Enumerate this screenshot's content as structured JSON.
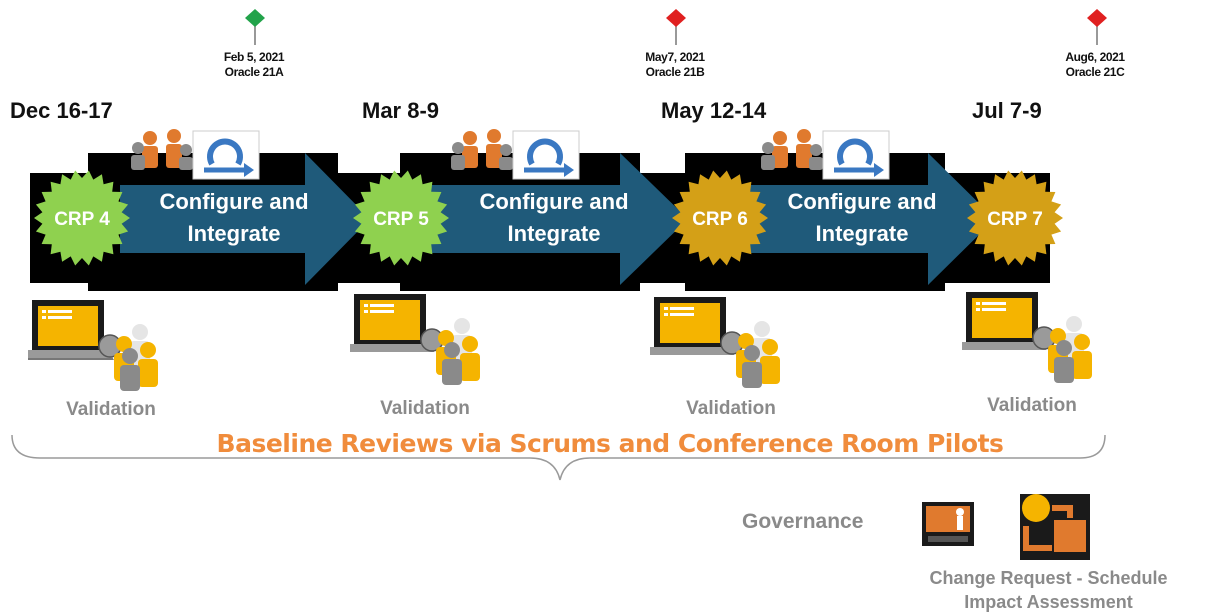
{
  "milestones": [
    {
      "label": "Feb 5, 2021\nOracle 21A",
      "color": "#22a34a"
    },
    {
      "label": "May7, 2021\nOracle 21B",
      "color": "#e02020"
    },
    {
      "label": "Aug6, 2021\nOracle 21C",
      "color": "#e02020"
    }
  ],
  "dates": [
    "Dec 16-17",
    "Mar 8-9",
    "May 12-14",
    "Jul 7-9"
  ],
  "crps": [
    {
      "label": "CRP 4",
      "color": "#8fd14f"
    },
    {
      "label": "CRP 5",
      "color": "#8fd14f"
    },
    {
      "label": "CRP 6",
      "color": "#d4a017"
    },
    {
      "label": "CRP 7",
      "color": "#d4a017"
    }
  ],
  "phases": [
    {
      "line1": "Configure and",
      "line2": "Integrate"
    },
    {
      "line1": "Configure and",
      "line2": "Integrate"
    },
    {
      "line1": "Configure and",
      "line2": "Integrate"
    }
  ],
  "validation_label": "Validation",
  "baseline_text": "Baseline Reviews via Scrums and Conference Room Pilots",
  "governance_label": "Governance",
  "change_request_label": "Change Request - Schedule\nImpact Assessment",
  "colors": {
    "arrow": "#1f5a7a",
    "band": "#000000",
    "accent_orange": "#f08c3c",
    "gray": "#8a8a8a"
  }
}
